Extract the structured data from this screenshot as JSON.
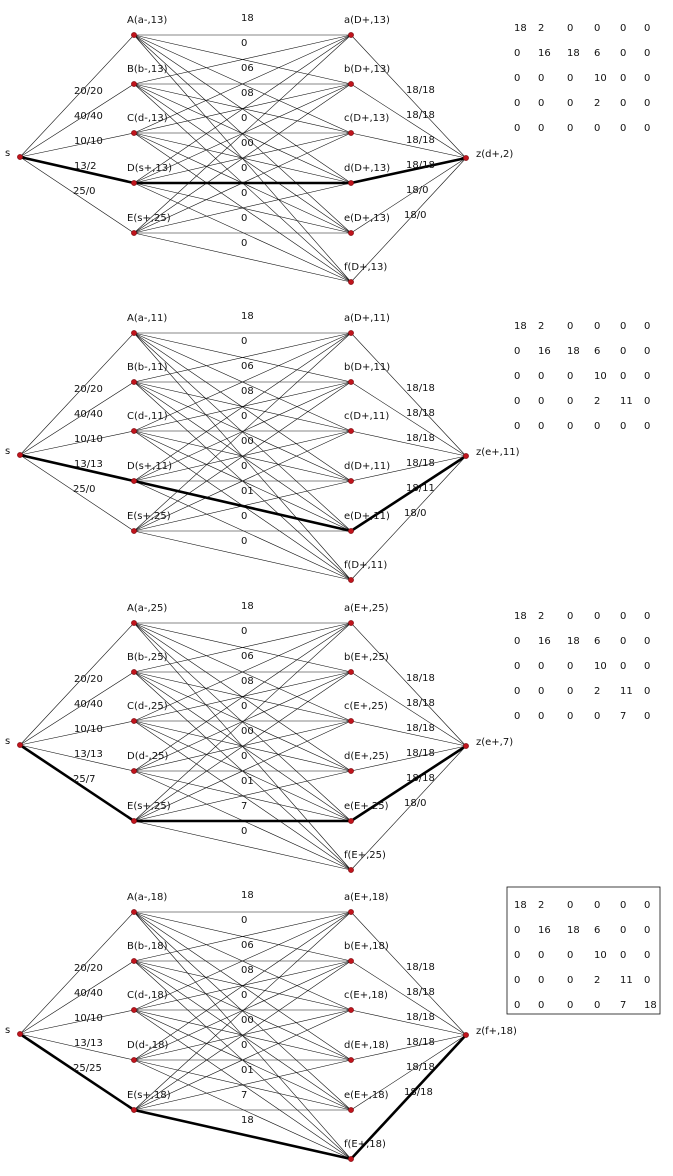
{
  "panels": [
    {
      "source": "s",
      "sink": "z(d+,2)",
      "left_nodes": [
        "A(a-,13)",
        "B(b-,13)",
        "C(d-,13)",
        "D(s+,13)",
        "E(s+,25)"
      ],
      "right_nodes": [
        "a(D+,13)",
        "b(D+,13)",
        "c(D+,13)",
        "d(D+,13)",
        "e(D+,13)",
        "f(D+,13)"
      ],
      "source_labels": [
        "20/20",
        "40/40",
        "10/10",
        "13/2",
        "25/0"
      ],
      "middle_labels": [
        "18",
        "0",
        "06",
        "08",
        "0",
        "00",
        "0",
        "0",
        "0",
        "0"
      ],
      "sink_labels": [
        "18/18",
        "18/18",
        "18/18",
        "18/18",
        "18/0",
        "18/0"
      ],
      "matrix": [
        [
          "18",
          "2",
          "0",
          "0",
          "0",
          "0"
        ],
        [
          "0",
          "16",
          "18",
          "6",
          "0",
          "0"
        ],
        [
          "0",
          "0",
          "0",
          "10",
          "0",
          "0"
        ],
        [
          "0",
          "0",
          "0",
          "2",
          "0",
          "0"
        ],
        [
          "0",
          "0",
          "0",
          "0",
          "0",
          "0"
        ]
      ],
      "matrix_boxed": false,
      "path": [
        "s",
        "D",
        "d",
        "z"
      ]
    },
    {
      "source": "s",
      "sink": "z(e+,11)",
      "left_nodes": [
        "A(a-,11)",
        "B(b-,11)",
        "C(d-,11)",
        "D(s+,11)",
        "E(s+,25)"
      ],
      "right_nodes": [
        "a(D+,11)",
        "b(D+,11)",
        "c(D+,11)",
        "d(D+,11)",
        "e(D+,11)",
        "f(D+,11)"
      ],
      "source_labels": [
        "20/20",
        "40/40",
        "10/10",
        "13/13",
        "25/0"
      ],
      "middle_labels": [
        "18",
        "0",
        "06",
        "08",
        "0",
        "00",
        "0",
        "01",
        "0",
        "0"
      ],
      "sink_labels": [
        "18/18",
        "18/18",
        "18/18",
        "18/18",
        "18/11",
        "18/0"
      ],
      "matrix": [
        [
          "18",
          "2",
          "0",
          "0",
          "0",
          "0"
        ],
        [
          "0",
          "16",
          "18",
          "6",
          "0",
          "0"
        ],
        [
          "0",
          "0",
          "0",
          "10",
          "0",
          "0"
        ],
        [
          "0",
          "0",
          "0",
          "2",
          "11",
          "0"
        ],
        [
          "0",
          "0",
          "0",
          "0",
          "0",
          "0"
        ]
      ],
      "matrix_boxed": false,
      "path": [
        "s",
        "D",
        "e",
        "z"
      ]
    },
    {
      "source": "s",
      "sink": "z(e+,7)",
      "left_nodes": [
        "A(a-,25)",
        "B(b-,25)",
        "C(d-,25)",
        "D(d-,25)",
        "E(s+,25)"
      ],
      "right_nodes": [
        "a(E+,25)",
        "b(E+,25)",
        "c(E+,25)",
        "d(E+,25)",
        "e(E+,25)",
        "f(E+,25)"
      ],
      "source_labels": [
        "20/20",
        "40/40",
        "10/10",
        "13/13",
        "25/7"
      ],
      "middle_labels": [
        "18",
        "0",
        "06",
        "08",
        "0",
        "00",
        "0",
        "01",
        "7",
        "0"
      ],
      "sink_labels": [
        "18/18",
        "18/18",
        "18/18",
        "18/18",
        "18/18",
        "18/0"
      ],
      "matrix": [
        [
          "18",
          "2",
          "0",
          "0",
          "0",
          "0"
        ],
        [
          "0",
          "16",
          "18",
          "6",
          "0",
          "0"
        ],
        [
          "0",
          "0",
          "0",
          "10",
          "0",
          "0"
        ],
        [
          "0",
          "0",
          "0",
          "2",
          "11",
          "0"
        ],
        [
          "0",
          "0",
          "0",
          "0",
          "7",
          "0"
        ]
      ],
      "matrix_boxed": false,
      "path": [
        "s",
        "E",
        "e",
        "z"
      ]
    },
    {
      "source": "s",
      "sink": "z(f+,18)",
      "left_nodes": [
        "A(a-,18)",
        "B(b-,18)",
        "C(d-,18)",
        "D(d-,18)",
        "E(s+,18)"
      ],
      "right_nodes": [
        "a(E+,18)",
        "b(E+,18)",
        "c(E+,18)",
        "d(E+,18)",
        "e(E+,18)",
        "f(E+,18)"
      ],
      "source_labels": [
        "20/20",
        "40/40",
        "10/10",
        "13/13",
        "25/25"
      ],
      "middle_labels": [
        "18",
        "0",
        "06",
        "08",
        "0",
        "00",
        "0",
        "01",
        "7",
        "18"
      ],
      "sink_labels": [
        "18/18",
        "18/18",
        "18/18",
        "18/18",
        "18/18",
        "18/18"
      ],
      "matrix": [
        [
          "18",
          "2",
          "0",
          "0",
          "0",
          "0"
        ],
        [
          "0",
          "16",
          "18",
          "6",
          "0",
          "0"
        ],
        [
          "0",
          "0",
          "0",
          "10",
          "0",
          "0"
        ],
        [
          "0",
          "0",
          "0",
          "2",
          "11",
          "0"
        ],
        [
          "0",
          "0",
          "0",
          "0",
          "7",
          "18"
        ]
      ],
      "matrix_boxed": true,
      "path": [
        "s",
        "E",
        "f",
        "z"
      ]
    }
  ]
}
